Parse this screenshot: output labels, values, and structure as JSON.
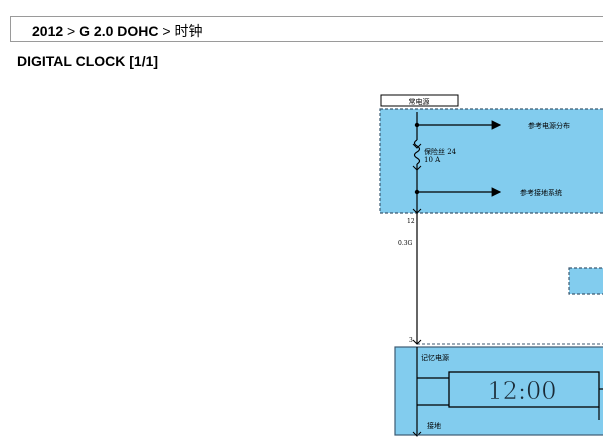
{
  "breadcrumb": {
    "year": "2012",
    "separator": ">",
    "engine": "G 2.0 DOHC",
    "section": "时钟"
  },
  "page": {
    "title": "DIGITAL CLOCK [1/1]"
  },
  "diagram": {
    "power_box_label": "常电源",
    "arrow_top_label": "参考电源分布",
    "fuse_label": "保险丝 24",
    "fuse_rating": "10 A",
    "arrow_bottom_label": "参考接地系统",
    "pin_top": "12",
    "wire_gauge": "0.3G",
    "pin_bottom": "3",
    "memory_power_label": "记忆电源",
    "clock_display": "12:00",
    "ground_label": "接地",
    "colors": {
      "box_fill": "#82ccee",
      "box_border": "#3c5a72",
      "line": "#000000"
    }
  }
}
